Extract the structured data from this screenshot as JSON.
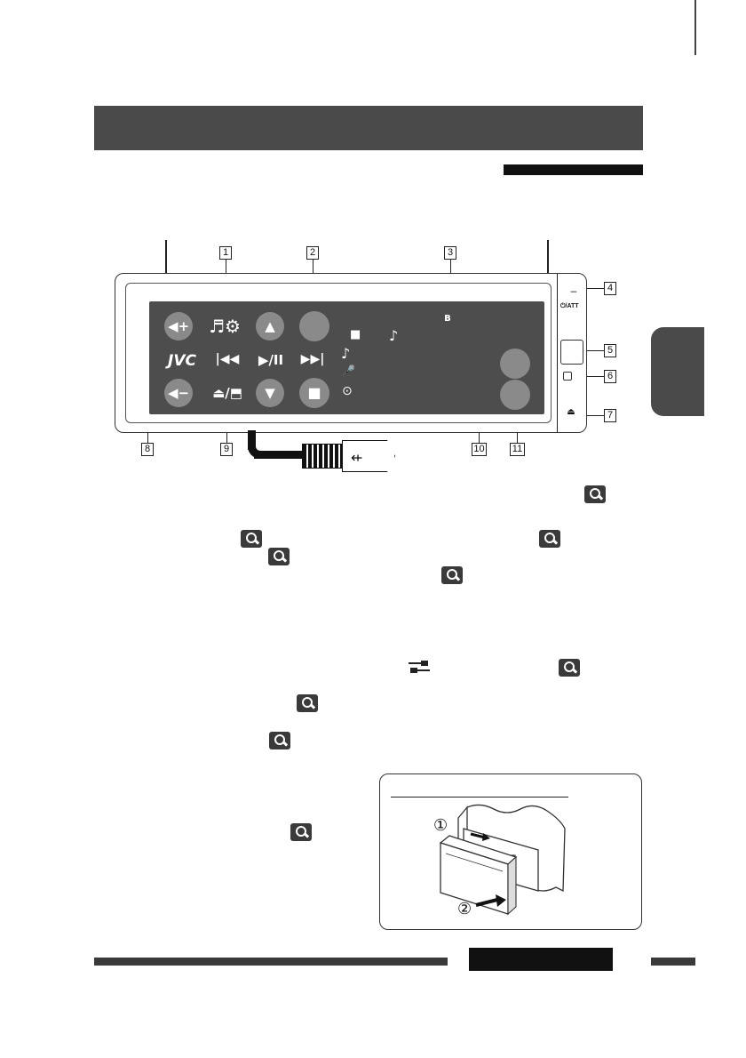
{
  "callouts": [
    "1",
    "2",
    "3",
    "4",
    "5",
    "6",
    "7",
    "8",
    "9",
    "10",
    "11"
  ],
  "screen": {
    "brand": "JVC",
    "buttons": {
      "vol_up": "◀+",
      "source_settings": "♬⚙",
      "up": "▲",
      "prev": "|◀◀",
      "play_pause": "▶/II",
      "next": "▶▶|",
      "vol_down": "◀−",
      "eject_angle": "⏏/⬒",
      "down": "▼",
      "stop": "■"
    },
    "indicators": {
      "bluetooth": "ʙ",
      "folder": "■",
      "note_a": "♪",
      "note_b": "♪",
      "mic": "🎤",
      "disc": "⊙"
    }
  },
  "right_panel": {
    "power_label": "⏻/ATT",
    "minus": "–",
    "eject_symbol": "⏏"
  },
  "usb_symbol": "⇷",
  "aux_icon": "aux-jack-icon",
  "detach_steps": [
    "①",
    "②"
  ]
}
